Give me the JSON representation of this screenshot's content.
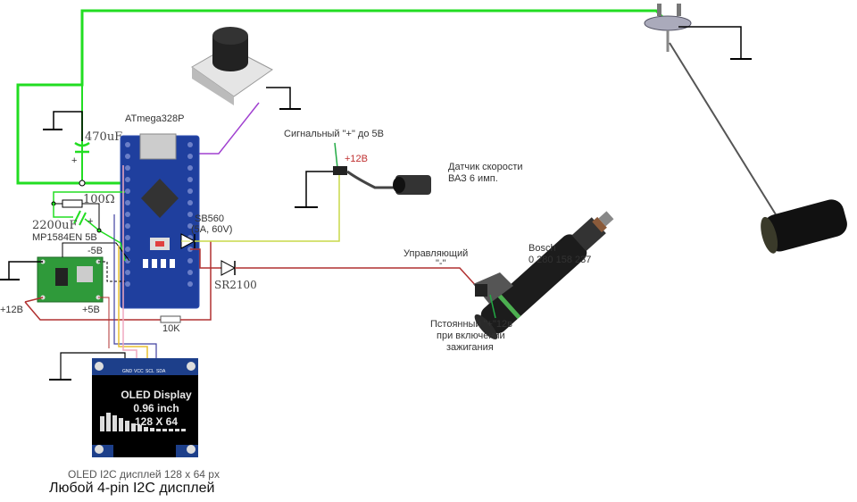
{
  "title": "",
  "colors": {
    "wire_main": "#22dd22",
    "wire_signal": "#c8d848",
    "wire_power": "#b03030",
    "wire_button": "#a040d0",
    "board": "#1f3f9e",
    "module": "#2f9a3a"
  },
  "mcu": {
    "label": "ATmega328P"
  },
  "components": {
    "cap_470": "470uF",
    "cap_plus": "+",
    "res_100": "100Ω",
    "cap_2200": "2200uF",
    "cap_2200_plus": "+",
    "converter": "MP1584EN 5В",
    "conv_minus": "-5В",
    "conv_plus": "+5В",
    "supply": "+12В",
    "res_10k": "10K",
    "diode1": "SB560",
    "diode1_spec": "(5A, 60V)",
    "diode2": "SR2100"
  },
  "speed_sensor": {
    "signal": "Сигнальный \"+\" до 5В",
    "power": "+12В",
    "name_line1": "Датчик скорости",
    "name_line2": "ВАЗ 6 имп."
  },
  "injector": {
    "brand": "Bosch",
    "part": "0 280 158 237",
    "control_line1": "Управляющий",
    "control_line2": "\"-\"",
    "constant_line1": "Пстоянный \"+\"12в",
    "constant_line2": "при включении",
    "constant_line3": "зажигания"
  },
  "display": {
    "pins": [
      "GND",
      "VCC",
      "SCL",
      "SDA"
    ],
    "screen_line1": "OLED Display",
    "screen_line2": "0.96 inch",
    "screen_line3": "128 X 64",
    "caption": "OLED I2C дисплей 128 x 64 px",
    "note": "Любой 4-pin I2C дисплей"
  }
}
